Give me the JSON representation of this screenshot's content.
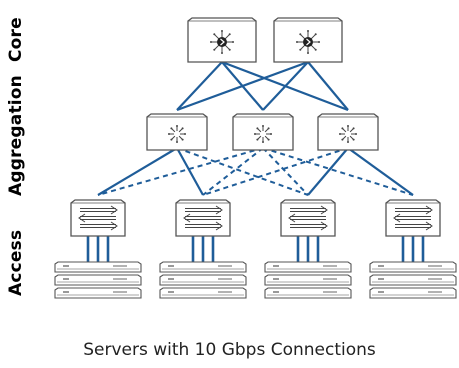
{
  "layers": {
    "core": "Core",
    "aggregation": "Aggregation",
    "access": "Access"
  },
  "caption": "Servers with 10 Gbps Connections",
  "colors": {
    "link": "#1f5d99",
    "device_fill": "#ffffff",
    "device_stroke": "#555555"
  },
  "icons": {
    "core": "router-icon",
    "aggregation": "router-icon",
    "access": "switch-icon",
    "server": "server-icon"
  },
  "links": {
    "core_aggregation": "solid",
    "aggregation_access_outer": "solid",
    "aggregation_access_middle": "dashed",
    "access_server_uplinks": 3
  },
  "counts": {
    "core": 2,
    "aggregation": 3,
    "access": 4,
    "server_stacks": 4,
    "servers_per_stack": 3
  }
}
